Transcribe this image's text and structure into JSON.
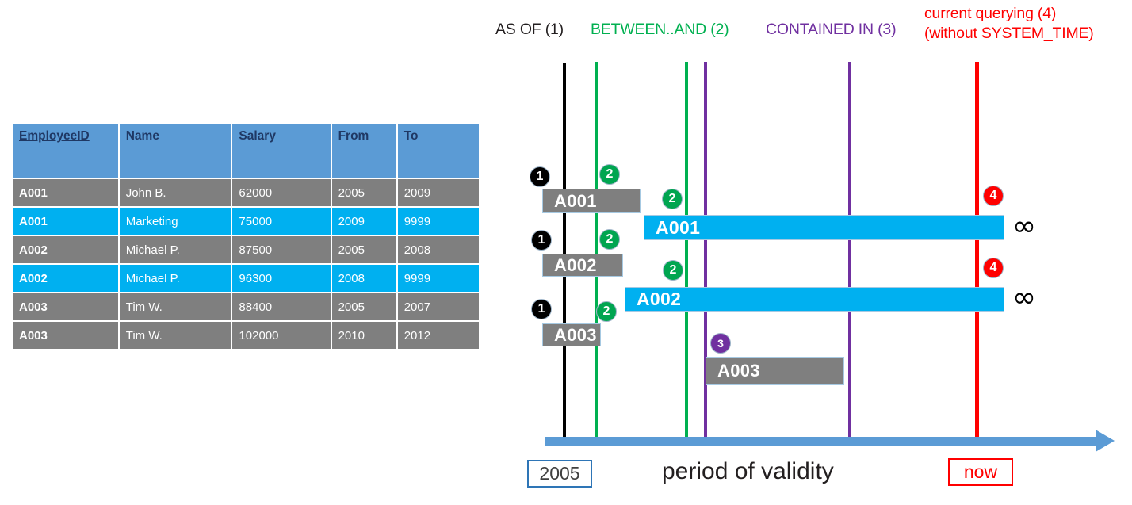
{
  "table": {
    "columns": [
      "EmployeeID",
      "Name",
      "Salary",
      "From",
      "To"
    ],
    "rows": [
      {
        "id": "A001",
        "name": "John  B.",
        "salary": "62000",
        "from": "2005",
        "to": "2009",
        "style": "gray"
      },
      {
        "id": "A001",
        "name": "Marketing",
        "salary": "75000",
        "from": "2009",
        "to": "9999",
        "style": "cyan"
      },
      {
        "id": "A002",
        "name": "Michael P.",
        "salary": "87500",
        "from": "2005",
        "to": "2008",
        "style": "gray"
      },
      {
        "id": "A002",
        "name": "Michael P.",
        "salary": "96300",
        "from": "2008",
        "to": "9999",
        "style": "cyan"
      },
      {
        "id": "A003",
        "name": "Tim W.",
        "salary": "88400",
        "from": "2005",
        "to": "2007",
        "style": "gray"
      },
      {
        "id": "A003",
        "name": "Tim W.",
        "salary": "102000",
        "from": "2010",
        "to": "2012",
        "style": "gray"
      }
    ]
  },
  "legend": {
    "as_of": "AS OF (1)",
    "between_and": "BETWEEN..AND (2)",
    "contained_in": "CONTAINED IN (3)",
    "current_line1": "current querying (4)",
    "current_line2": "(without SYSTEM_TIME)"
  },
  "colors": {
    "as_of": "#231F20",
    "between_and": "#00B050",
    "contained_in": "#7030A0",
    "current": "#FF0000",
    "bar_gray": "#7F7F7F",
    "bar_cyan": "#00B0F0",
    "header_blue": "#5B9BD5",
    "axis_blue": "#5B9BD5"
  },
  "timeline": {
    "bars": [
      {
        "label": "A001",
        "style": "gray",
        "row": 1
      },
      {
        "label": "A001",
        "style": "cyan",
        "row": 2
      },
      {
        "label": "A002",
        "style": "gray",
        "row": 3
      },
      {
        "label": "A002",
        "style": "cyan",
        "row": 4
      },
      {
        "label": "A003",
        "style": "gray",
        "row": 5
      },
      {
        "label": "A003",
        "style": "gray",
        "row": 6
      }
    ],
    "badges": [
      {
        "n": "1",
        "kind": "b1"
      },
      {
        "n": "2",
        "kind": "b2"
      },
      {
        "n": "2",
        "kind": "b2"
      },
      {
        "n": "1",
        "kind": "b1"
      },
      {
        "n": "2",
        "kind": "b2"
      },
      {
        "n": "2",
        "kind": "b2"
      },
      {
        "n": "1",
        "kind": "b1"
      },
      {
        "n": "2",
        "kind": "b2"
      },
      {
        "n": "3",
        "kind": "b3"
      },
      {
        "n": "4",
        "kind": "b4"
      },
      {
        "n": "4",
        "kind": "b4"
      }
    ],
    "infinity_symbol": "∞",
    "axis_start_label": "2005",
    "axis_end_label": "now",
    "axis_caption": "period of validity"
  }
}
